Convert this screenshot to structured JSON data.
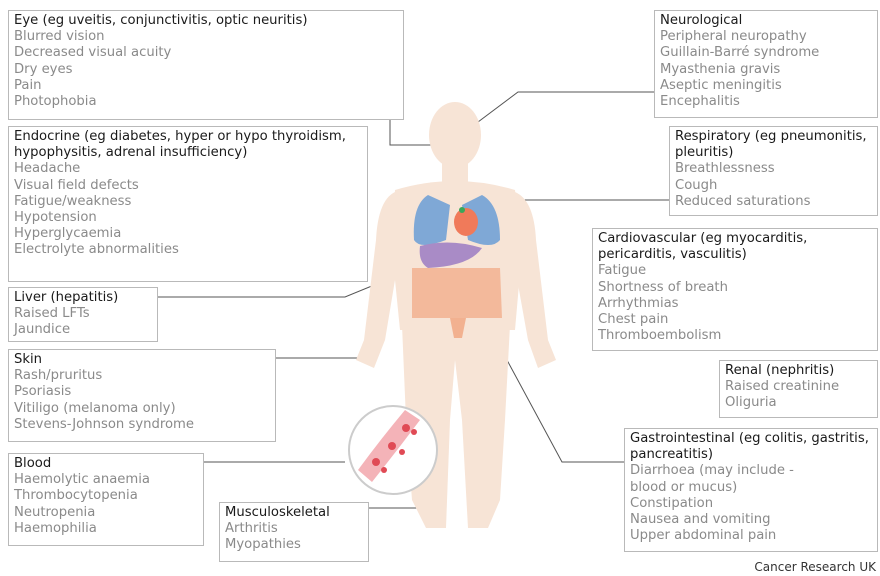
{
  "credit": "Cancer Research UK",
  "colors": {
    "skin": "#f7e4d6",
    "lungs": "#7fa8d6",
    "liver": "#a98bc6",
    "intestine": "#f2b190",
    "heart": "#f07a5a",
    "blood": "#e04a55"
  },
  "boxes": {
    "eye": {
      "title": "Eye (eg uveitis, conjunctivitis, optic neuritis)",
      "items": [
        "Blurred vision",
        "Decreased visual acuity",
        "Dry eyes",
        "Pain",
        "Photophobia"
      ]
    },
    "endocrine": {
      "title": "Endocrine (eg diabetes, hyper or hypo thyroidism, hypophysitis, adrenal insufficiency)",
      "items": [
        "Headache",
        "Visual field defects",
        "Fatigue/weakness",
        "Hypotension",
        "Hyperglycaemia",
        "Electrolyte abnormalities"
      ]
    },
    "liver": {
      "title": "Liver (hepatitis)",
      "items": [
        "Raised LFTs",
        "Jaundice"
      ]
    },
    "skin": {
      "title": "Skin",
      "items": [
        "Rash/pruritus",
        "Psoriasis",
        "Vitiligo (melanoma only)",
        "Stevens-Johnson syndrome"
      ]
    },
    "blood": {
      "title": "Blood",
      "items": [
        "Haemolytic anaemia",
        "Thrombocytopenia",
        "Neutropenia",
        "Haemophilia"
      ]
    },
    "musculo": {
      "title": "Musculoskeletal",
      "items": [
        "Arthritis",
        "Myopathies"
      ]
    },
    "neuro": {
      "title": "Neurological",
      "items": [
        "Peripheral neuropathy",
        "Guillain-Barré syndrome",
        "Myasthenia gravis",
        "Aseptic meningitis",
        "Encephalitis"
      ]
    },
    "resp": {
      "title": "Respiratory (eg pneumonitis, pleuritis)",
      "items": [
        "Breathlessness",
        "Cough",
        "Reduced saturations"
      ]
    },
    "cardio": {
      "title": "Cardiovascular (eg myocarditis, pericarditis, vasculitis)",
      "items": [
        "Fatigue",
        "Shortness of breath",
        "Arrhythmias",
        "Chest pain",
        "Thromboembolism"
      ]
    },
    "renal": {
      "title": "Renal (nephritis)",
      "items": [
        "Raised creatinine",
        "Oliguria"
      ]
    },
    "gi": {
      "title": "Gastrointestinal (eg colitis, gastritis, pancreatitis)",
      "items": [
        "Diarrhoea (may include -",
        "blood or mucus)",
        "Constipation",
        "Nausea and vomiting",
        "Upper abdominal pain"
      ]
    }
  }
}
